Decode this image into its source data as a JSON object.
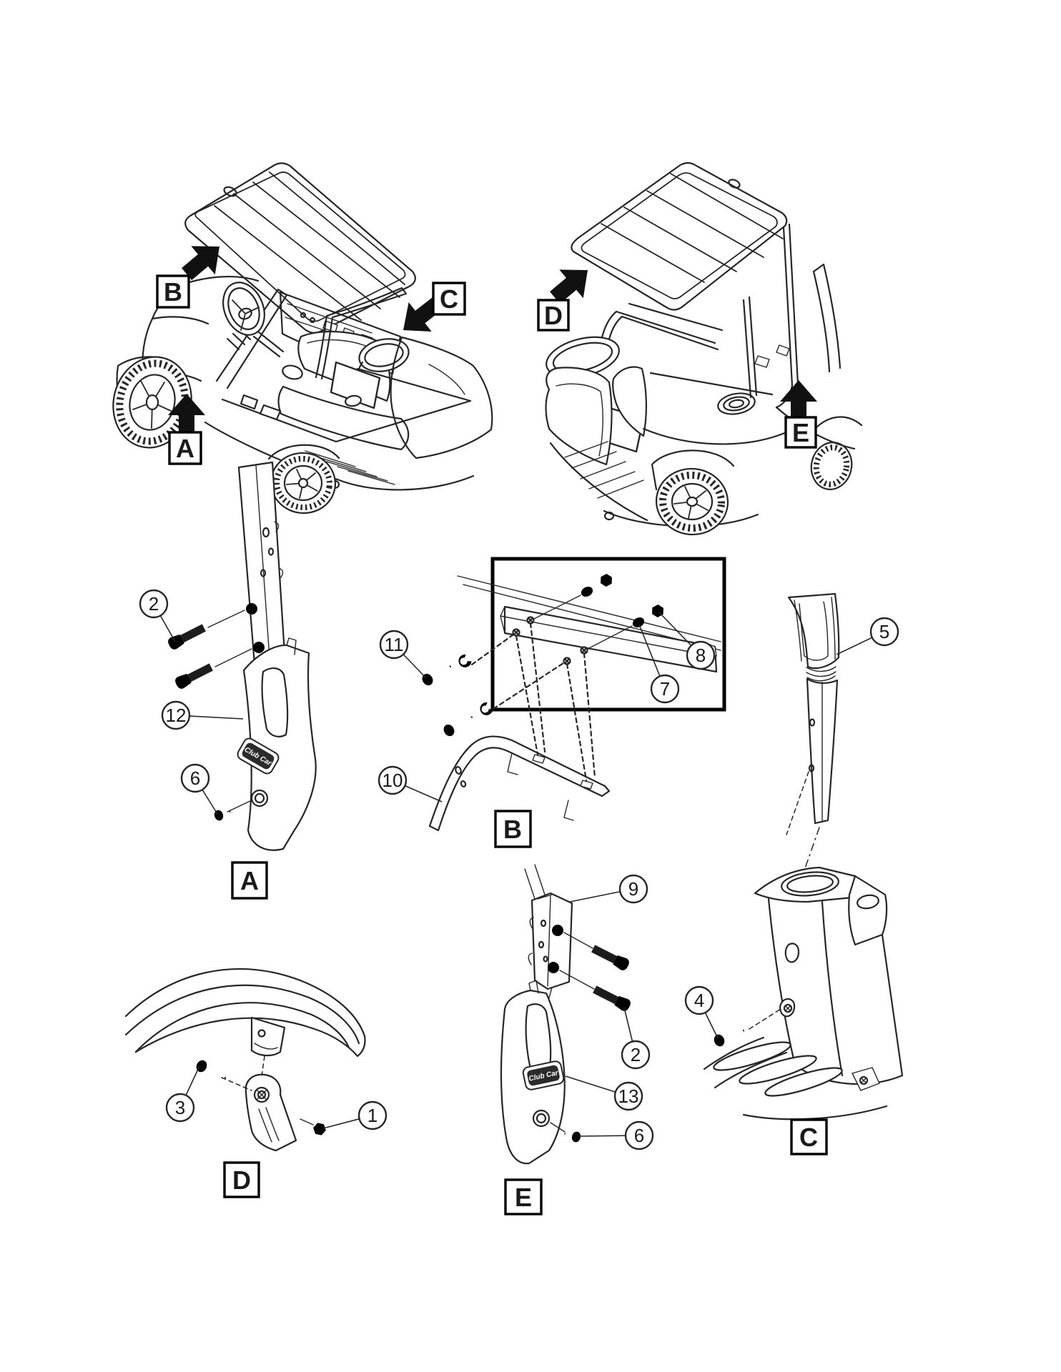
{
  "figure": {
    "background": "#ffffff",
    "line_color": "#262626",
    "annotation_color": "#000000"
  },
  "brand": {
    "logo_text": "Club Car"
  },
  "view_labels": [
    {
      "letter": "A"
    },
    {
      "letter": "B"
    },
    {
      "letter": "C"
    },
    {
      "letter": "D"
    },
    {
      "letter": "E"
    }
  ],
  "detail_labels": [
    {
      "letter": "A"
    },
    {
      "letter": "B"
    },
    {
      "letter": "C"
    },
    {
      "letter": "D"
    },
    {
      "letter": "E"
    }
  ],
  "callouts": [
    {
      "number": "2"
    },
    {
      "number": "12"
    },
    {
      "number": "6"
    },
    {
      "number": "11"
    },
    {
      "number": "10"
    },
    {
      "number": "7"
    },
    {
      "number": "8"
    },
    {
      "number": "5"
    },
    {
      "number": "4"
    },
    {
      "number": "3"
    },
    {
      "number": "1"
    },
    {
      "number": "9"
    },
    {
      "number": "2"
    },
    {
      "number": "13"
    },
    {
      "number": "6"
    }
  ]
}
